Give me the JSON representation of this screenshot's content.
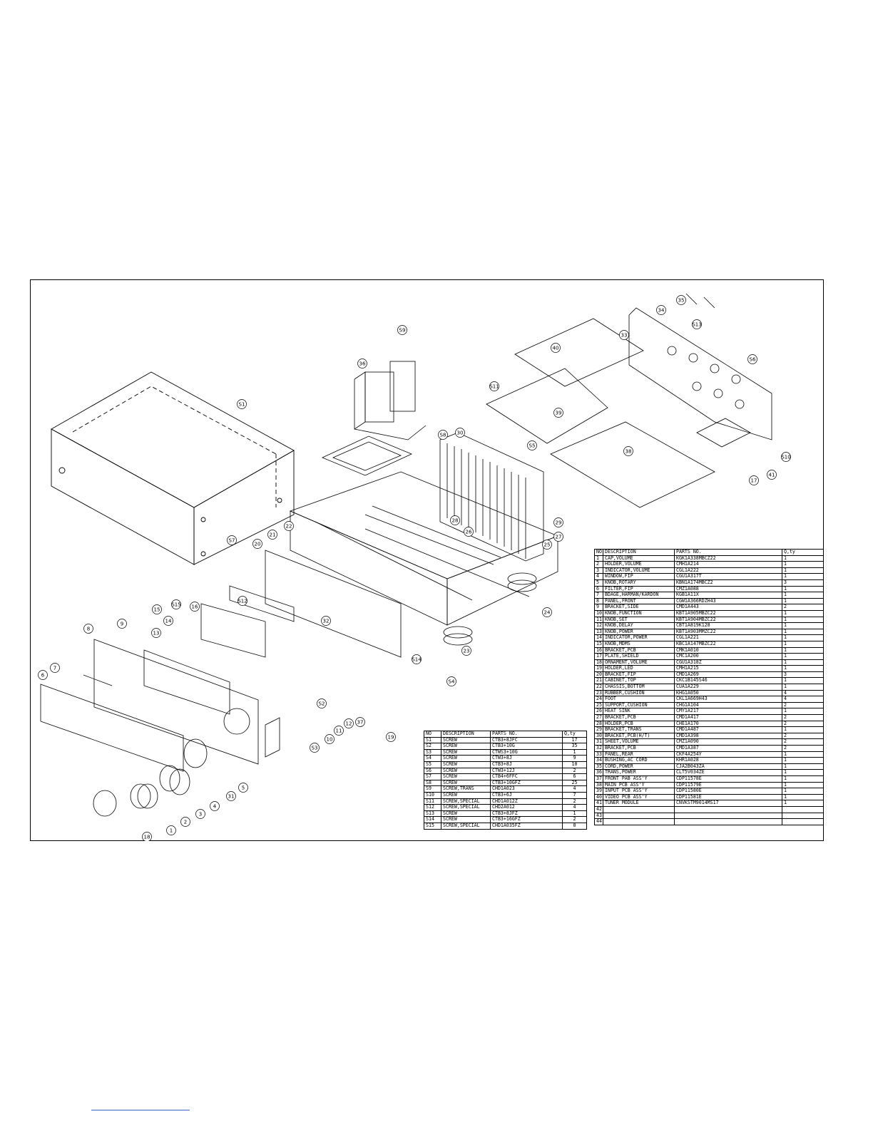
{
  "screw_table": {
    "headers": [
      "NO",
      "DESCRIPTION",
      "PARTS NO.",
      "Q,ty"
    ],
    "rows": [
      [
        "S1",
        "SCREW",
        "CTB3+8JFC",
        "17"
      ],
      [
        "S2",
        "SCREW",
        "CTB3+10G",
        "35"
      ],
      [
        "S3",
        "SCREW",
        "CTWS3+10G",
        "1"
      ],
      [
        "S4",
        "SCREW",
        "CTW3+8J",
        "9"
      ],
      [
        "S5",
        "SCREW",
        "CTB3+8J",
        "10"
      ],
      [
        "S6",
        "SCREW",
        "CTW3+12J",
        "2"
      ],
      [
        "S7",
        "SCREW",
        "CTB4+6FFC",
        "6"
      ],
      [
        "S8",
        "SCREW",
        "CTB3+10GFZ",
        "25"
      ],
      [
        "S9",
        "SCREW,TRANS",
        "CHD1A023",
        "4"
      ],
      [
        "S10",
        "SCREW",
        "CTB3+6J",
        "7"
      ],
      [
        "S11",
        "SCREW,SPECIAL",
        "CHD1A012Z",
        "2"
      ],
      [
        "S12",
        "SCREW,SPECIAL",
        "CHD2A012",
        "4"
      ],
      [
        "S13",
        "SCREW",
        "CTB3+8JFZ",
        "1"
      ],
      [
        "S14",
        "SCREW",
        "CTB3+16GFZ",
        "2"
      ],
      [
        "S15",
        "SCREW,SPECIAL",
        "CHD1A035FZ",
        "0"
      ]
    ]
  },
  "parts_table": {
    "headers": [
      "NO",
      "DESCRIPTION",
      "PARTS NO.",
      "Q,ty"
    ],
    "rows": [
      [
        "1",
        "CAP,VOLUME",
        "KGK1A338MBCZ22",
        "1"
      ],
      [
        "2",
        "HOLDER,VOLUME",
        "CMH1A214",
        "1"
      ],
      [
        "3",
        "INDICATOR,VOLUME",
        "CGL1A222",
        "1"
      ],
      [
        "4",
        "WINDOW,FIP",
        "CGU1A317T",
        "1"
      ],
      [
        "5",
        "KNOB,ROTARY",
        "KBN1A174MBCZ2",
        "3"
      ],
      [
        "6",
        "FILTER,FIP",
        "CMZ1A088",
        "1"
      ],
      [
        "7",
        "BDAGE,HARMAN/KARDON",
        "KGB1A11X",
        "1"
      ],
      [
        "8",
        "PANEL,FRONT",
        "CGW1A366RDZH43",
        "1"
      ],
      [
        "9",
        "BRACKET,SIDE",
        "CMD1A443",
        "2"
      ],
      [
        "10",
        "KNOB,FUNCTION",
        "KBT1A905MBZC22",
        "1"
      ],
      [
        "11",
        "KNOB,SET",
        "KBT1A904MBZC22",
        "1"
      ],
      [
        "12",
        "KNOB,DELAY",
        "CBT1A819K128",
        "1"
      ],
      [
        "13",
        "KNOB,POWER",
        "KBT1A903MMZC22",
        "1"
      ],
      [
        "14",
        "INDICATOR,POWER",
        "CGL1A221",
        "1"
      ],
      [
        "15",
        "KNOB,MDMS",
        "KBC1A147MBZC22",
        "1"
      ],
      [
        "16",
        "BRACKET,PCB",
        "CMK1A010",
        "1"
      ],
      [
        "17",
        "PLATE,SHIELD",
        "CMC1A200",
        "1"
      ],
      [
        "18",
        "ORNAMENT,VOLUME",
        "CGU1A318Z",
        "1"
      ],
      [
        "19",
        "HOLDER,LED",
        "CMH1A215",
        "1"
      ],
      [
        "20",
        "BRACKET,FIP",
        "CMD1A269",
        "3"
      ],
      [
        "21",
        "CABINET,TOP",
        "CKC1B145S46",
        "1"
      ],
      [
        "22",
        "CHASSIS,BOTTOM",
        "CUA1A229",
        "1"
      ],
      [
        "23",
        "RUBBER,CUSHION",
        "KHG1A050",
        "4"
      ],
      [
        "24",
        "FOOT",
        "CKL1A669H43",
        "4"
      ],
      [
        "25",
        "SUPPORT,CUSHION",
        "CHG1A104",
        "2"
      ],
      [
        "26",
        "HEAT SINK",
        "CMY1A217",
        "1"
      ],
      [
        "27",
        "BRACKET,PCB",
        "CMD1A417",
        "2"
      ],
      [
        "28",
        "HOLDER,PCB",
        "CHE1A170",
        "2"
      ],
      [
        "29",
        "BRACKET,TRANS",
        "CMD1A487",
        "1"
      ],
      [
        "30",
        "BRACKET,PCB(H/T)",
        "CMD1A398",
        "2"
      ],
      [
        "31",
        "SHEET,VOLUME",
        "CMZ1A090",
        "2"
      ],
      [
        "32",
        "BRACKET,PCB",
        "CMD1A387",
        "2"
      ],
      [
        "33",
        "PANEL,REAR",
        "CKF4A254Y",
        "1"
      ],
      [
        "34",
        "BUSHING,AC CORD",
        "KHR1A028",
        "1"
      ],
      [
        "35",
        "CORD,POWER",
        "CJA2B043ZA",
        "1"
      ],
      [
        "36",
        "TRANS,POWER",
        "CLT5V034ZE",
        "1"
      ],
      [
        "37",
        "FRONT PAB ASS'Y",
        "CDP11578E",
        "1"
      ],
      [
        "38",
        "MAIN PCB ASS'Y",
        "CDP11579E",
        "1"
      ],
      [
        "39",
        "INPUT PCB ASS'Y",
        "CDP11580E",
        "1"
      ],
      [
        "40",
        "VIDEO PCB ASS'Y",
        "CDP11581E",
        "1"
      ],
      [
        "41",
        "TUNER MODULE",
        "CNVKSTM9014MS17",
        "1"
      ],
      [
        "42",
        "",
        "",
        ""
      ],
      [
        "43",
        "",
        "",
        ""
      ],
      [
        "44",
        "",
        "",
        ""
      ]
    ]
  },
  "callouts": [
    "1",
    "2",
    "3",
    "4",
    "5",
    "6",
    "7",
    "8",
    "9",
    "10",
    "11",
    "12",
    "13",
    "14",
    "15",
    "16",
    "17",
    "18",
    "19",
    "20",
    "21",
    "22",
    "23",
    "24",
    "25",
    "26",
    "27",
    "28",
    "29",
    "30",
    "31",
    "32",
    "33",
    "34",
    "35",
    "36",
    "37",
    "38",
    "39",
    "40",
    "41",
    "S1",
    "S2",
    "S3",
    "S4",
    "S5",
    "S6",
    "S7",
    "S8",
    "S9",
    "S10",
    "S11",
    "S12",
    "S13",
    "S14",
    "S15"
  ]
}
